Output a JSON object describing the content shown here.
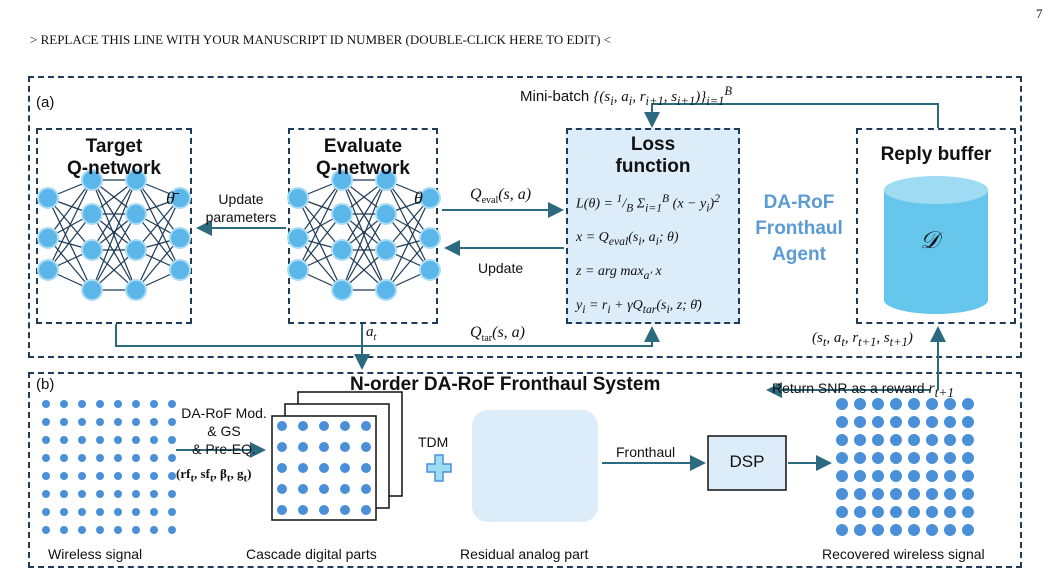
{
  "header": {
    "manuscript_line": "> REPLACE THIS LINE WITH YOUR MANUSCRIPT ID NUMBER (DOUBLE-CLICK HERE TO EDIT) <",
    "page_number": "7"
  },
  "top": {
    "label": "(a)",
    "minibatch_prefix": "Mini-batch",
    "target": {
      "line1": "Target",
      "line2": "Q-network",
      "param": "θ̄"
    },
    "evaluate": {
      "line1": "Evaluate",
      "line2": "Q-network",
      "param": "θ"
    },
    "update_params_1": "Update",
    "update_params_2": "parameters",
    "q_eval": "Q",
    "q_eval_sub": "eval",
    "q_arg": "(s, a)",
    "update": "Update",
    "a_t": "a",
    "a_t_sub": "t",
    "q_tar": "Q",
    "q_tar_sub": "tar",
    "loss": {
      "line1": "Loss",
      "line2": "function"
    },
    "agent": {
      "line1": "DA-RoF",
      "line2": "Fronthaul",
      "line3": "Agent"
    },
    "reply": {
      "title": "Reply buffer",
      "symbol": "𝒟"
    },
    "transition": "(s",
    "transition_rest": ", a, r, s)"
  },
  "bottom": {
    "label": "(b)",
    "title": "N-order DA-RoF Fronthaul System",
    "reward": "Return SNR as a reward",
    "mod1": "DA-RoF Mod.",
    "mod2": "& GS",
    "mod3": "& Pre-EQ.",
    "tdm": "TDM",
    "fronthaul": "Fronthaul",
    "dsp": "DSP",
    "wireless": "Wireless signal",
    "cascade": "Cascade digital parts",
    "residual": "Residual analog part",
    "recovered": "Recovered wireless signal"
  },
  "colors": {
    "frame": "#1f3b57",
    "arrow": "#2c6a80",
    "node": "#5bb7ea",
    "agent": "#5b9bd5",
    "loss_bg": "#dcecf9",
    "buffer": "#66c6ec",
    "dot": "#4a90d9"
  }
}
